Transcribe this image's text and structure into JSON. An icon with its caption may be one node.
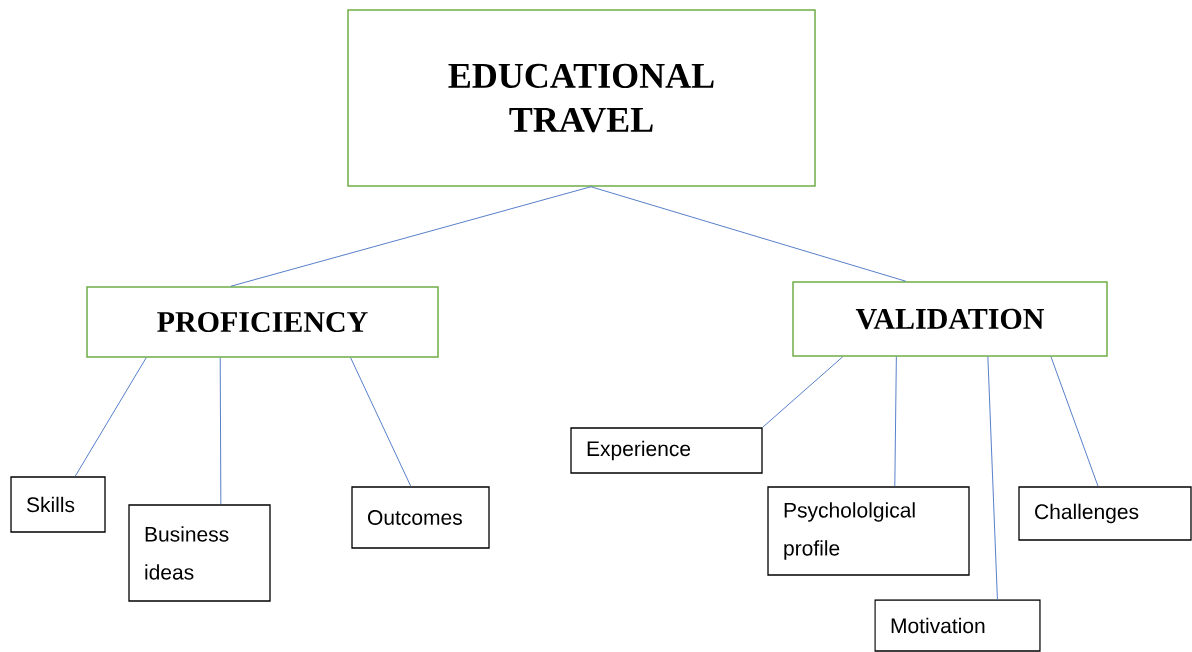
{
  "diagram": {
    "nodes": [
      {
        "text": [
          "EDUCATIONAL TRAVEL"
        ]
      },
      {
        "text": [
          "PROFICIENCY"
        ]
      },
      {
        "text": [
          "VALIDATION"
        ]
      },
      {
        "text": [
          "Skills"
        ]
      },
      {
        "text": [
          "Business ideas"
        ]
      },
      {
        "text": [
          "Outcomes"
        ]
      },
      {
        "text": [
          "Experience"
        ]
      },
      {
        "text": [
          "Psychololgical profile"
        ]
      },
      {
        "text": [
          "Motivation"
        ]
      },
      {
        "text": [
          "Challenges"
        ]
      }
    ],
    "edges": [
      {
        "from": 0,
        "to": 1,
        "arrow": "none"
      },
      {
        "from": 0,
        "to": 2,
        "arrow": "none"
      },
      {
        "from": 1,
        "to": 3,
        "arrow": "none"
      },
      {
        "from": 1,
        "to": 4,
        "arrow": "none"
      },
      {
        "from": 1,
        "to": 5,
        "arrow": "none"
      },
      {
        "from": 2,
        "to": 6,
        "arrow": "none"
      },
      {
        "from": 2,
        "to": 7,
        "arrow": "none"
      },
      {
        "from": 2,
        "to": 8,
        "arrow": "none"
      },
      {
        "from": 2,
        "to": 9,
        "arrow": "none"
      }
    ]
  }
}
